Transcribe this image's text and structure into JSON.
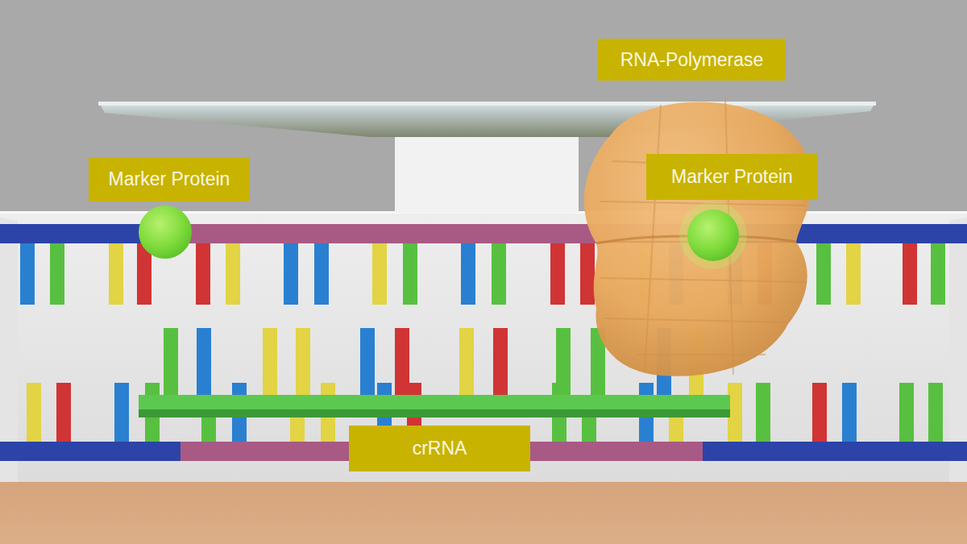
{
  "diagram": {
    "nodes": [
      {
        "text": [
          "RNA-Polymerase"
        ]
      },
      {
        "text": [
          "Marker Protein"
        ]
      },
      {
        "text": [
          "Marker Protein"
        ]
      },
      {
        "text": [
          "crRNA"
        ]
      }
    ]
  }
}
